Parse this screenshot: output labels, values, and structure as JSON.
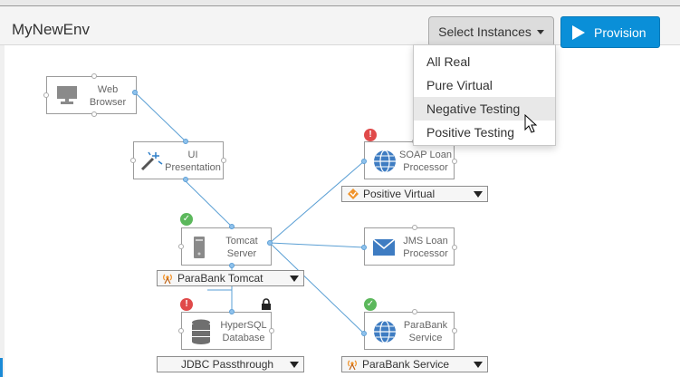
{
  "header": {
    "env_name": "MyNewEnv",
    "select_label": "Select Instances",
    "provision_label": "Provision"
  },
  "menu": {
    "items": [
      "All Real",
      "Pure Virtual",
      "Negative Testing",
      "Positive Testing"
    ],
    "highlighted": "Negative Testing"
  },
  "nodes": {
    "web_browser": {
      "line1": "Web",
      "line2": "Browser"
    },
    "ui_presentation": {
      "line1": "UI",
      "line2": "Presentation"
    },
    "tomcat": {
      "line1": "Tomcat",
      "line2": "Server"
    },
    "hypersql": {
      "line1": "HyperSQL",
      "line2": "Database"
    },
    "soap": {
      "line1": "SOAP Loan",
      "line2": "Processor"
    },
    "jms": {
      "line1": "JMS Loan",
      "line2": "Processor"
    },
    "parabank": {
      "line1": "ParaBank",
      "line2": "Service"
    }
  },
  "dropdowns": {
    "soap": "Positive Virtual",
    "tomcat": "ParaBank Tomcat",
    "hypersql": "JDBC Passthrough",
    "parabank": "ParaBank Service"
  },
  "colors": {
    "provision": "#0a8fd8",
    "wire": "#5a9fd4",
    "ok": "#5cb85c",
    "error": "#e04a4a",
    "virtual_orange": "#f0932b"
  }
}
